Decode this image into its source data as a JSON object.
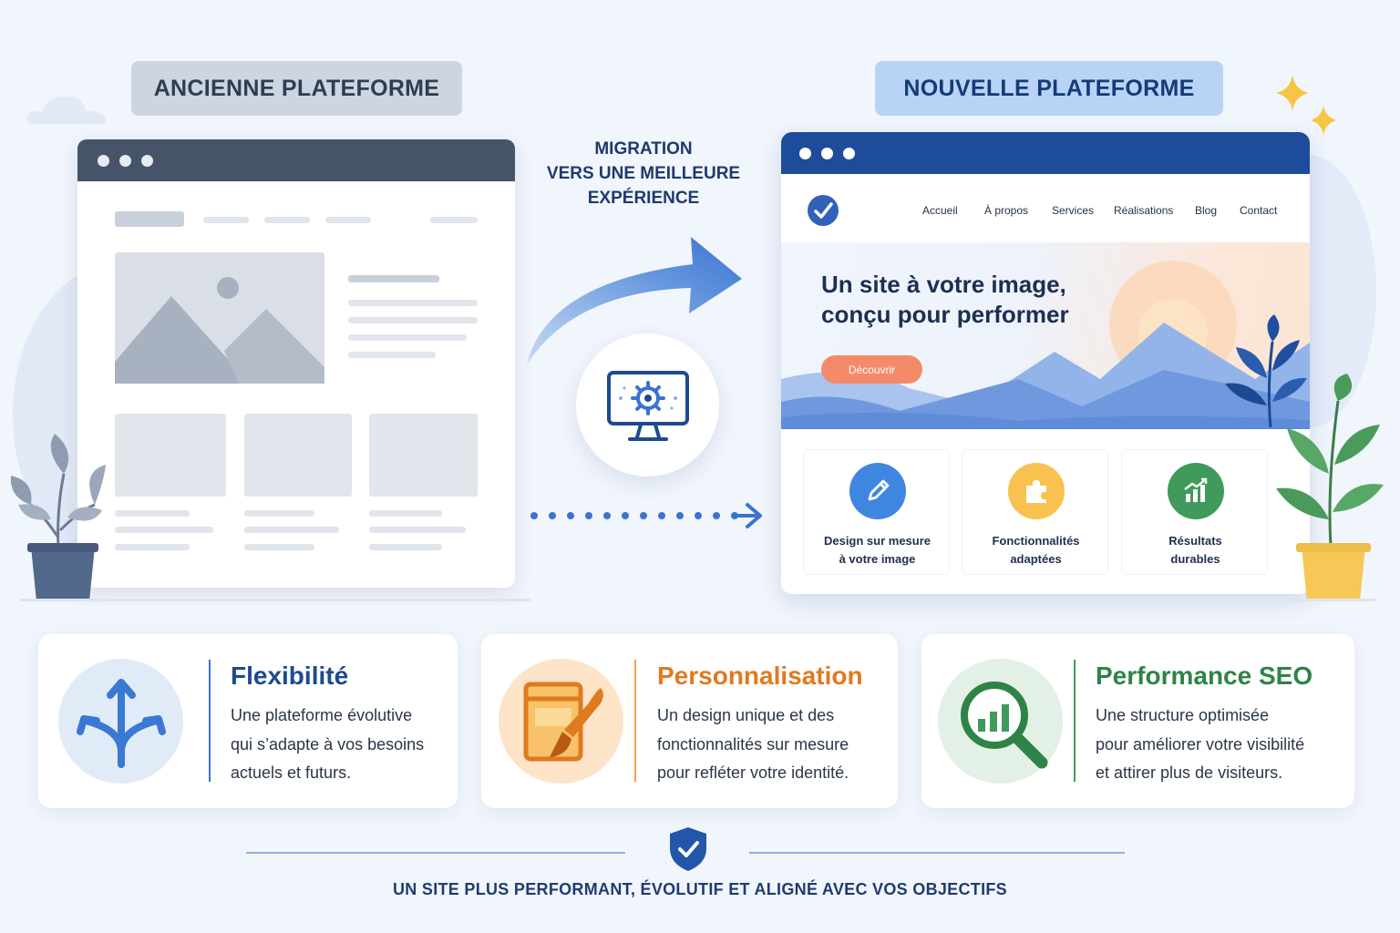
{
  "labels": {
    "old": "ANCIENNE PLATEFORME",
    "new": "NOUVELLE PLATEFORME"
  },
  "migration": {
    "line1": "MIGRATION",
    "line2": "VERS UNE MEILLEURE",
    "line3": "EXPÉRIENCE"
  },
  "new_site": {
    "nav": [
      "Accueil",
      "À propos",
      "Services",
      "Réalisations",
      "Blog",
      "Contact"
    ],
    "hero_title_line1": "Un site à votre image,",
    "hero_title_line2": "conçu pour performer",
    "hero_button": "Découvrir",
    "features": [
      {
        "line1": "Design sur mesure",
        "line2": "à votre image",
        "icon": "pencil-icon",
        "color": "#3f86e0"
      },
      {
        "line1": "Fonctionnalités",
        "line2": "adaptées",
        "icon": "puzzle-icon",
        "color": "#f9c14f"
      },
      {
        "line1": "Résultats",
        "line2": "durables",
        "icon": "growth-chart-icon",
        "color": "#3f9a5c"
      }
    ]
  },
  "cards": [
    {
      "title": "Flexibilité",
      "color": "#1e4a91",
      "lines": [
        "Une plateforme évolutive",
        "qui s’adapte à vos besoins",
        "actuels et futurs."
      ],
      "icon": "branching-arrows-icon"
    },
    {
      "title": "Personnalisation",
      "color": "#e07a1f",
      "lines": [
        "Un design unique et des",
        "fonctionnalités sur mesure",
        "pour refléter votre identité."
      ],
      "icon": "design-brush-icon"
    },
    {
      "title": "Performance SEO",
      "color": "#2e8446",
      "lines": [
        "Une structure optimisée",
        "pour améliorer votre visibilité",
        "et attirer plus de visiteurs."
      ],
      "icon": "magnifier-chart-icon"
    }
  ],
  "footer": {
    "text": "UN SITE PLUS PERFORMANT, ÉVOLUTIF ET ALIGNÉ AVEC VOS OBJECTIFS",
    "icon": "shield-check-icon"
  }
}
